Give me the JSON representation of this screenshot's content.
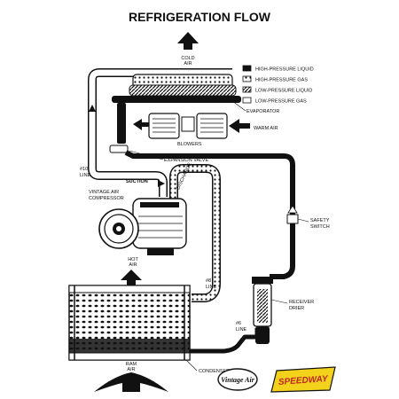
{
  "title": "REFRIGERATION FLOW",
  "legend": [
    {
      "label": "HIGH-PRESSURE LIQUID",
      "swatch": "solid",
      "color": "#111111"
    },
    {
      "label": "HIGH-PRESSURE GAS",
      "swatch": "dots"
    },
    {
      "label": "LOW-PRESSURE LIQUID",
      "swatch": "hatch"
    },
    {
      "label": "LOW-PRESSURE GAS",
      "swatch": "open"
    }
  ],
  "labels": {
    "cold_air_1": "COLD",
    "cold_air_2": "AIR",
    "evaporator": "EVAPORATOR",
    "blowers": "BLOWERS",
    "warm_air": "WARM AIR",
    "expansion_valve": "EXPANSION VALVE",
    "line10_1": "#10",
    "line10_2": "LINE",
    "suction": "SUCTION",
    "discharge": "DISCHARGE",
    "compressor_1": "VINTAGE AIR",
    "compressor_2": "COMPRESSOR",
    "safety_switch_1": "SAFETY",
    "safety_switch_2": "SWITCH",
    "hot_air_1": "HOT",
    "hot_air_2": "AIR",
    "line8_1": "#8",
    "line8_2": "LINE",
    "receiver_1": "RECEIVER",
    "receiver_2": "DRIER",
    "line6_1": "#6",
    "line6_2": "LINE",
    "ram_air_1": "RAM",
    "ram_air_2": "AIR",
    "condenser": "CONDENSER"
  },
  "logos": {
    "vintage_air": "Vintage Air",
    "speedway": "SPEEDWAY"
  }
}
